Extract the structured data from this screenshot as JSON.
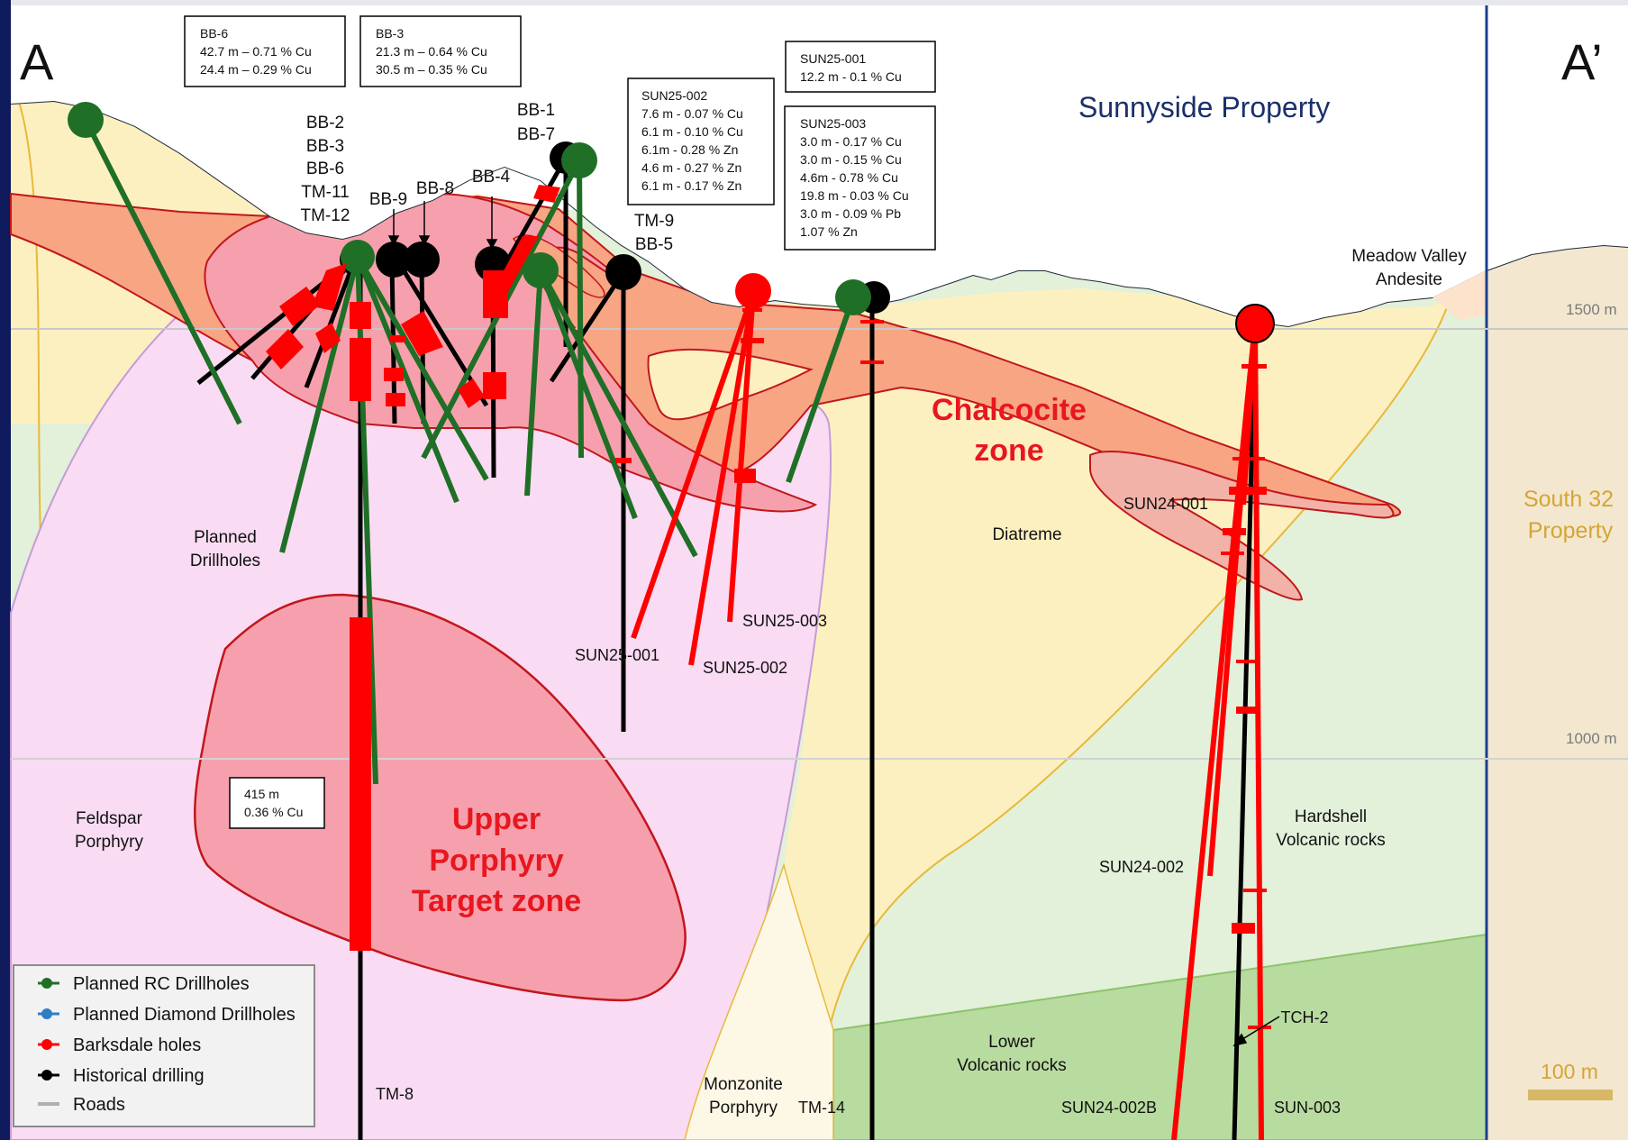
{
  "section_ends": {
    "left": "A",
    "right": "A’"
  },
  "property_labels": {
    "sunnyside": "Sunnyside Property",
    "south32_l1": "South 32",
    "south32_l2": "Property"
  },
  "elevations": {
    "e1500": "1500 m",
    "e1000": "1000 m"
  },
  "scale_bar": "100 m",
  "zones": {
    "chalcocite_l1": "Chalcocite",
    "chalcocite_l2": "zone",
    "upper_l1": "Upper",
    "upper_l2": "Porphyry",
    "upper_l3": "Target zone"
  },
  "units": {
    "meadow_l1": "Meadow Valley",
    "meadow_l2": "Andesite",
    "diatreme": "Diatreme",
    "feldspar_l1": "Feldspar",
    "feldspar_l2": "Porphyry",
    "hardshell_l1": "Hardshell",
    "hardshell_l2": "Volcanic rocks",
    "lower_l1": "Lower",
    "lower_l2": "Volcanic rocks",
    "monzonite_l1": "Monzonite",
    "monzonite_l2": "Porphyry",
    "planned_l1": "Planned",
    "planned_l2": "Drillholes"
  },
  "collar_labels": {
    "bb2": "BB-2",
    "bb3": "BB-3",
    "bb6": "BB-6",
    "tm11": "TM-11",
    "tm12": "TM-12",
    "bb9": "BB-9",
    "bb8": "BB-8",
    "bb4": "BB-4",
    "bb1": "BB-1",
    "bb7": "BB-7",
    "tm9": "TM-9",
    "bb5": "BB-5"
  },
  "hole_labels": {
    "sun25_001": "SUN25-001",
    "sun25_002": "SUN25-002",
    "sun25_003": "SUN25-003",
    "sun24_001": "SUN24-001",
    "sun24_002": "SUN24-002",
    "sun24_002b": "SUN24-002B",
    "sun_003": "SUN-003",
    "tch2": "TCH-2",
    "tm8": "TM-8",
    "tm14": "TM-14"
  },
  "intercept_boxes": {
    "bb6": [
      "BB-6",
      "42.7 m – 0.71 % Cu",
      "24.4 m – 0.29 % Cu"
    ],
    "bb3": [
      "BB-3",
      "21.3 m – 0.64 % Cu",
      "30.5 m – 0.35 % Cu"
    ],
    "sun25_002": [
      "SUN25-002",
      "7.6 m - 0.07 % Cu",
      "6.1 m - 0.10 % Cu",
      "6.1m - 0.28 % Zn",
      "4.6 m - 0.27 % Zn",
      "6.1 m - 0.17 % Zn"
    ],
    "sun25_001": [
      "SUN25-001",
      "12.2 m - 0.1 % Cu"
    ],
    "sun25_003": [
      "SUN25-003",
      "3.0 m - 0.17 % Cu",
      "3.0 m - 0.15 % Cu",
      "4.6m - 0.78 % Cu",
      "19.8 m - 0.03 % Cu",
      "3.0 m - 0.09 % Pb",
      "1.07 % Zn"
    ],
    "tm8": [
      "415 m",
      "0.36 % Cu"
    ]
  },
  "legend": [
    {
      "label": "Planned RC Drillholes",
      "color": "#1f6f26"
    },
    {
      "label": "Planned Diamond Drillholes",
      "color": "#2e7fc2"
    },
    {
      "label": "Barksdale holes",
      "color": "#ff0000"
    },
    {
      "label": "Historical drilling",
      "color": "#000000"
    },
    {
      "label": "Roads",
      "color": "#b0b0b0"
    }
  ],
  "colors": {
    "planned_rc": "#1f6f26",
    "barksdale": "#ff0000",
    "historical": "#000000",
    "chalcocite_fill": "#f7a583",
    "target_fill": "#f7a0ad",
    "diatreme_fill": "#fdf0c0",
    "feldspar_fill": "#f9dbf3",
    "hardshell_fill": "#e3f0da",
    "lower_volc_fill": "#b8dba0",
    "south32_fill": "#f3e7cf",
    "title_blue": "#1b2f6b",
    "zone_red": "#e8171f"
  }
}
